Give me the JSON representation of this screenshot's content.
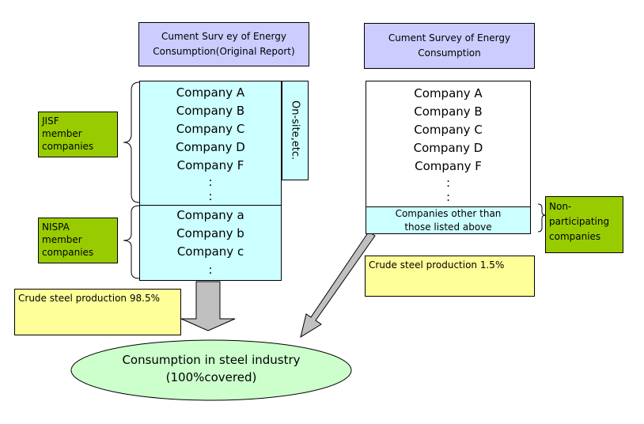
{
  "left_header": {
    "line1": "Cument Surv ey of Energy",
    "line2": "Consumption(Original Report)"
  },
  "right_header": {
    "line1": "Cument Survey of Energy",
    "line2": "Consumption"
  },
  "jisf_label": {
    "line1": "JISF",
    "line2": "member",
    "line3": "companies"
  },
  "nispa_label": {
    "line1": "NISPA",
    "line2": "member",
    "line3": "companies"
  },
  "nonpart_label": {
    "line1": "Non-",
    "line2": "participating",
    "line3": "companies"
  },
  "left_upper_companies": [
    "Company A",
    "Company B",
    "Company C",
    "Company D",
    "Company F",
    ":",
    ":"
  ],
  "left_lower_companies": [
    "Company a",
    "Company b",
    "Company c",
    ":"
  ],
  "onsite_label": "On-site,etc.",
  "right_companies": [
    "Company A",
    "Company B",
    "Company C",
    "Company D",
    "Company F",
    ":",
    ":"
  ],
  "right_other": {
    "line1": "Companies other than",
    "line2": "those listed above"
  },
  "crude_left": "Crude steel production 98.5%",
  "crude_right": "Crude steel production  1.5%",
  "result": {
    "line1": "Consumption in steel industry",
    "line2": "(100%covered)"
  },
  "colors": {
    "header": "#ccccff",
    "member": "#99cc00",
    "box": "#ccffff",
    "note": "#ffff99",
    "result": "#ccffcc",
    "arrow": "#c0c0c0"
  }
}
